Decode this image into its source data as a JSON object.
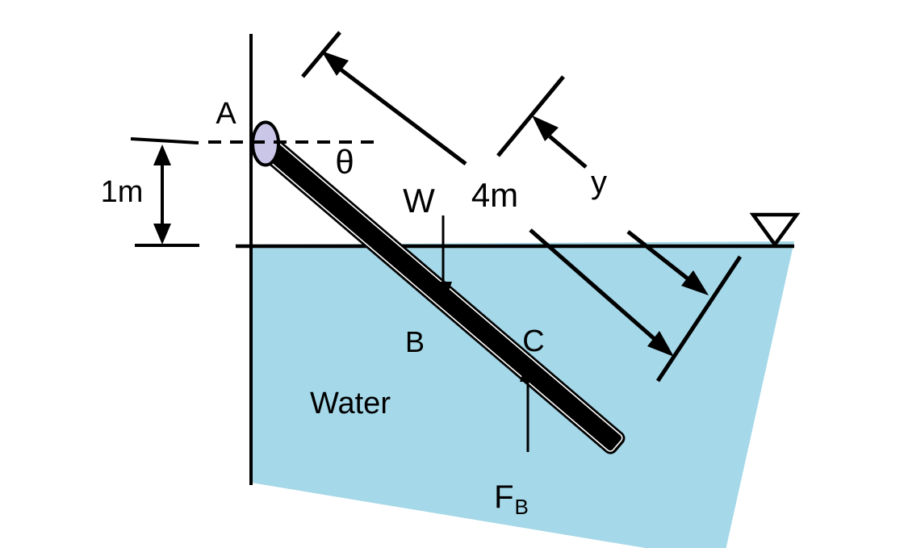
{
  "labels": {
    "point_a": "A",
    "depth_dim": "1m",
    "angle": "θ",
    "weight_force": "W",
    "rod_length_dim": "4m",
    "submerged_length_dim": "y",
    "point_b": "B",
    "point_c": "C",
    "medium": "Water",
    "buoyancy_main": "F",
    "buoyancy_sub": "B"
  },
  "colors": {
    "water_fill": "#a5d8e8",
    "hinge_fill": "#c9c6e8",
    "ink": "#000000",
    "background": "#ffffff"
  }
}
